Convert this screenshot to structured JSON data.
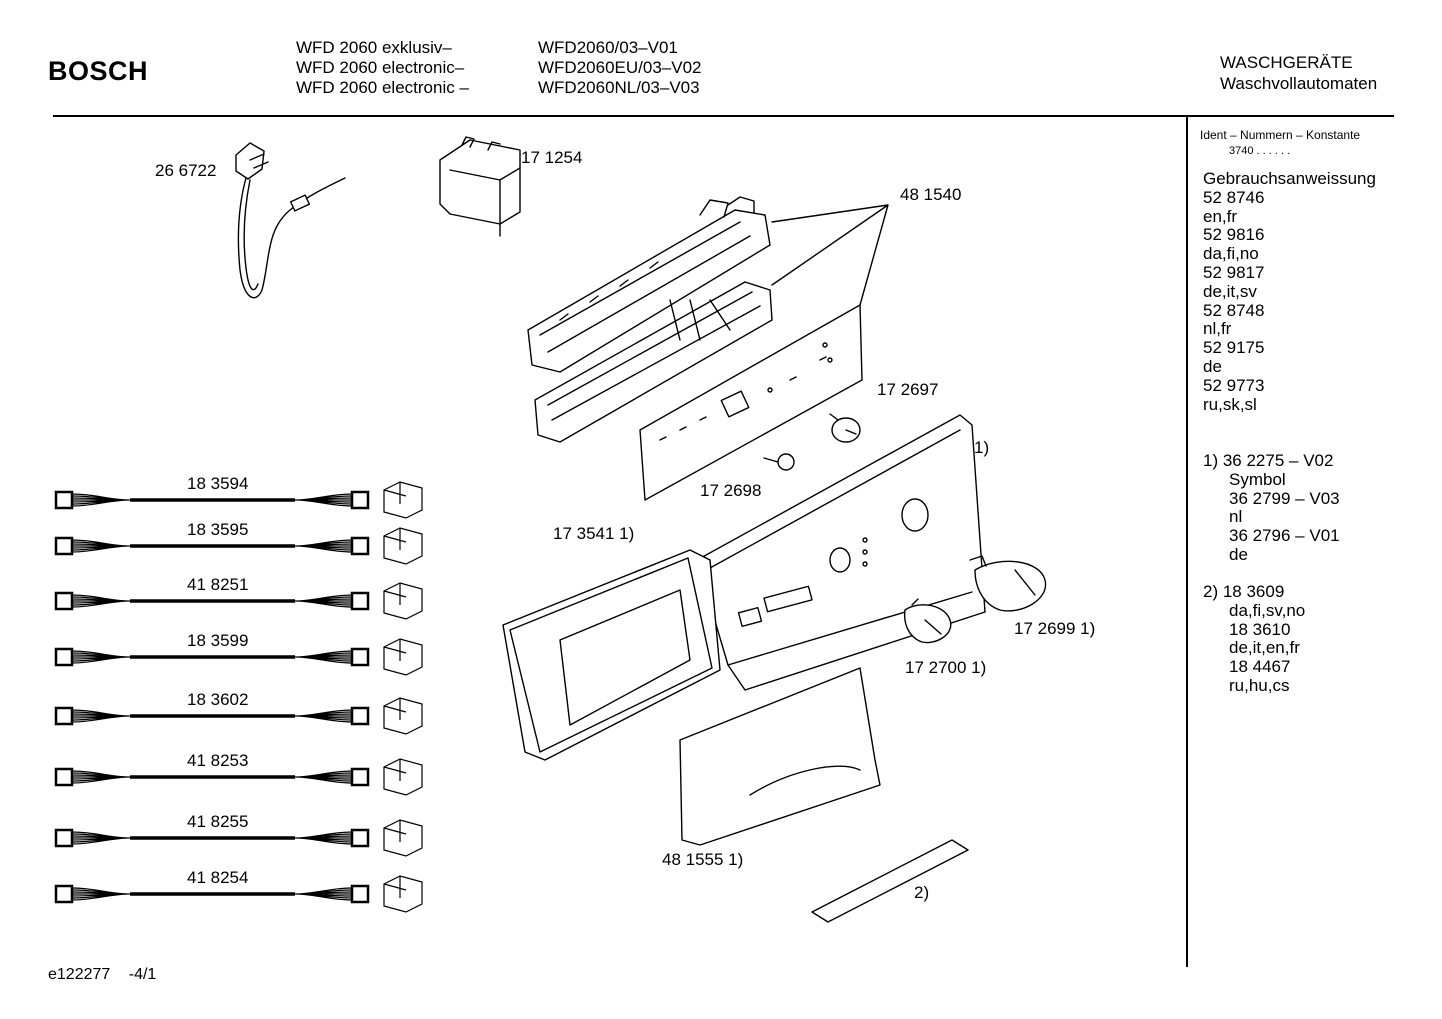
{
  "header": {
    "brand": "BOSCH",
    "models": [
      "WFD 2060 exklusiv–",
      "WFD 2060 electronic–",
      "WFD 2060 electronic –"
    ],
    "variants": [
      "WFD2060/03–V01",
      "WFD2060EU/03–V02",
      "WFD2060NL/03–V03"
    ],
    "category": "WASCHGERÄTE",
    "subcategory": "Waschvollautomaten"
  },
  "sidebar": {
    "ident_label": "Ident – Nummern – Konstante",
    "ident_value": "3740  .  .    .  .  .  .",
    "manual_title": "Gebrauchsanweissung",
    "manuals": [
      "52 8746",
      "en,fr",
      "52 9816",
      "da,fi,no",
      "52 9817",
      "de,it,sv",
      "52 8748",
      "nl,fr",
      "52 9175",
      "de",
      "52 9773",
      "ru,sk,sl"
    ],
    "note1": [
      "1)  36 2275 – V02",
      "Symbol",
      "36 2799 – V03",
      "nl",
      "36 2796 – V01",
      "de"
    ],
    "note2": [
      "2)  18 3609",
      "da,fi,sv,no",
      "18 3610",
      "de,it,en,fr",
      "18 4467",
      "ru,hu,cs"
    ]
  },
  "parts": {
    "power_cord": "26 6722",
    "filter": "17 1254",
    "module": "48 1540",
    "knob_axis": "17 2697",
    "knob_small": "17 2698",
    "panel_note": "1)",
    "seal": "17 3541 1)",
    "knob_large": "17 2699 1)",
    "knob_mid": "17 2700 1)",
    "handle": "48 1555 1)",
    "strip": "2)"
  },
  "harnesses": [
    "18 3594",
    "18 3595",
    "41 8251",
    "18 3599",
    "18 3602",
    "41 8253",
    "41 8255",
    "41 8254"
  ],
  "footer": {
    "code": "e122277",
    "page": "-4/1"
  }
}
